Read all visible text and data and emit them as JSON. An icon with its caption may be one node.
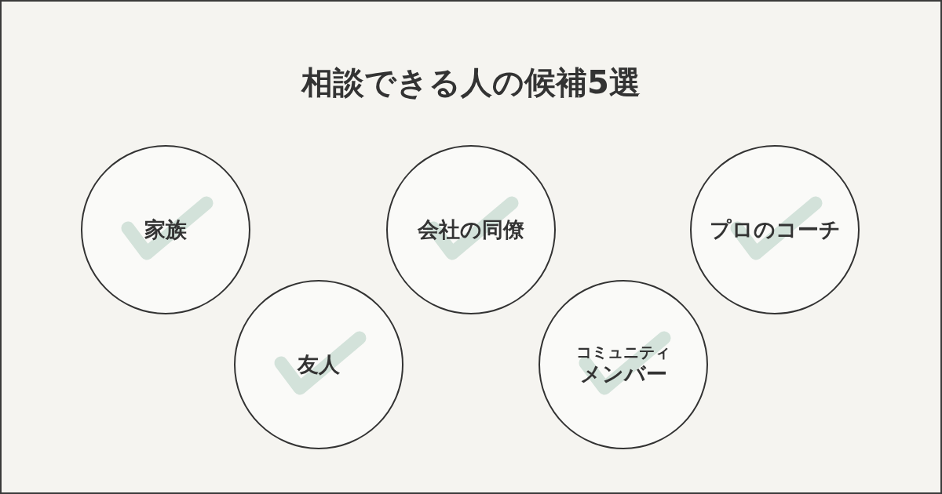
{
  "diagram": {
    "title": "相談できる人の候補5選",
    "nodes": [
      {
        "text": [
          "家族"
        ]
      },
      {
        "text": [
          "友人"
        ]
      },
      {
        "text": [
          "会社の同僚"
        ]
      },
      {
        "text": [
          "コミュニティ",
          "メンバー"
        ]
      },
      {
        "text": [
          "プロのコーチ"
        ]
      }
    ]
  }
}
